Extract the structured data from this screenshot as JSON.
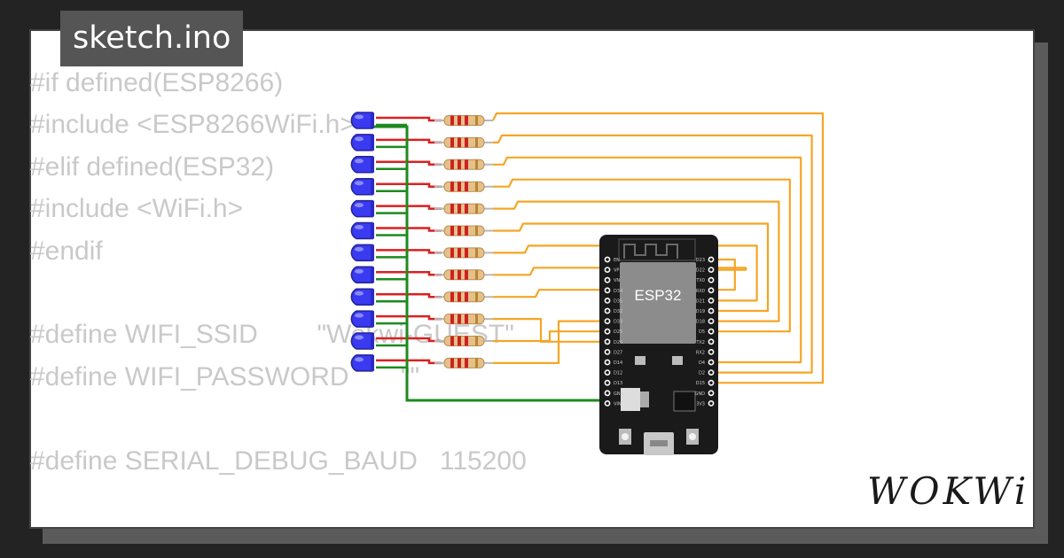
{
  "tab_title": "sketch.ino",
  "code_lines": [
    "#if defined(ESP8266)",
    "#include <ESP8266WiFi.h>",
    "#elif defined(ESP32)",
    "#include <WiFi.h>",
    "#endif",
    "",
    "#define WIFI_SSID        \"Wokwi-GUEST\"",
    "#define WIFI_PASSWORD       \"\"",
    "",
    "#define SERIAL_DEBUG_BAUD   115200"
  ],
  "board": {
    "chip_label": "ESP32",
    "left_pins": [
      "EN",
      "VP",
      "VN",
      "D34",
      "D35",
      "D32",
      "D33",
      "D25",
      "D26",
      "D27",
      "D14",
      "D12",
      "D13",
      "GND",
      "VIN"
    ],
    "right_pins": [
      "D23",
      "D22",
      "TX0",
      "RX0",
      "D21",
      "D19",
      "D18",
      "D5",
      "TX2",
      "RX2",
      "D4",
      "D2",
      "D15",
      "GND",
      "3V3"
    ]
  },
  "led_count": 12,
  "colors": {
    "led": "#3a3af0",
    "wire_red": "#d92121",
    "wire_green": "#1d8a1d",
    "wire_orange": "#f5a524",
    "board": "#1a1a1a"
  },
  "logo_text": "WOKWi"
}
